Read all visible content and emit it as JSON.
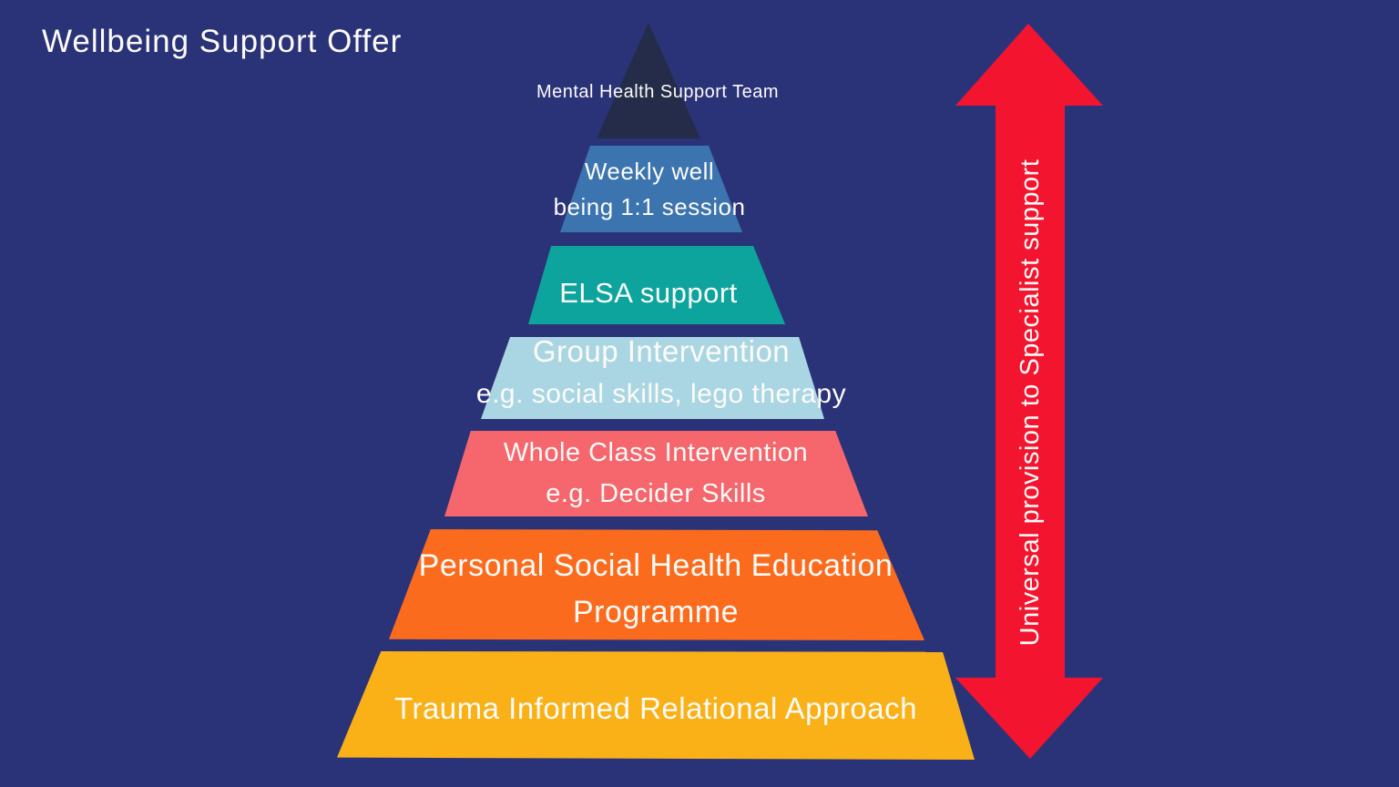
{
  "page": {
    "title": "Wellbeing Support Offer",
    "background_color": "#2B3378",
    "text_color": "#FCFBF8"
  },
  "pyramid": {
    "description": "Seven-tier wellbeing support pyramid, most specialist at top",
    "tiers": [
      {
        "id": "mental-health-support-team",
        "color": "#242C49",
        "lines": [
          "Mental Health Support Team"
        ]
      },
      {
        "id": "weekly-wellbeing-session",
        "color": "#3B74AE",
        "lines": [
          "Weekly well",
          "being 1:1 session"
        ]
      },
      {
        "id": "elsa-support",
        "color": "#0EA49E",
        "lines": [
          "ELSA support"
        ]
      },
      {
        "id": "group-intervention",
        "color": "#AAD6E3",
        "lines": [
          "Group Intervention",
          "e.g. social skills, lego therapy"
        ]
      },
      {
        "id": "whole-class-intervention",
        "color": "#F5666D",
        "lines": [
          "Whole Class Intervention",
          "e.g. Decider Skills"
        ]
      },
      {
        "id": "pshe-programme",
        "color": "#FB6B1E",
        "lines": [
          "Personal Social Health Education",
          "Programme"
        ]
      },
      {
        "id": "trauma-informed-relational-approach",
        "color": "#FAB117",
        "lines": [
          "Trauma Informed Relational Approach"
        ]
      }
    ]
  },
  "arrow": {
    "label": "Universal provision to Specialist support",
    "color": "#F3152F",
    "direction": "double-vertical"
  }
}
